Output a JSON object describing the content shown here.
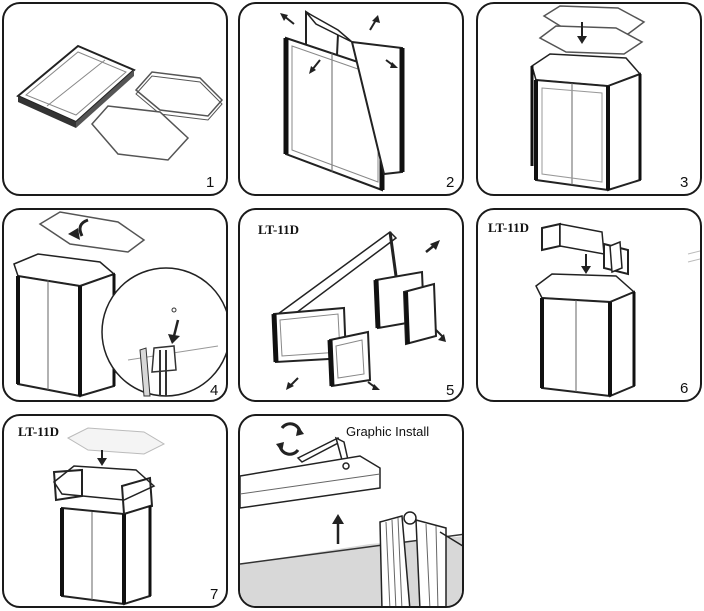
{
  "panels": [
    {
      "number": "1"
    },
    {
      "number": "2"
    },
    {
      "number": "3"
    },
    {
      "number": "4"
    },
    {
      "number": "5",
      "label": "LT-11D"
    },
    {
      "number": "6",
      "label": "LT-11D"
    },
    {
      "number": "7",
      "label": "LT-11D"
    },
    {
      "title": "Graphic Install"
    }
  ],
  "colors": {
    "stroke": "#1a1a1a",
    "frame": "#222222",
    "fill": "#ffffff",
    "shade": "#d8d8d8"
  }
}
